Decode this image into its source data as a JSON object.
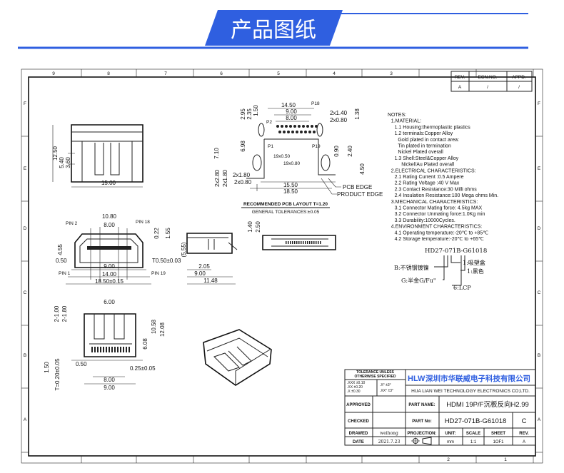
{
  "header": {
    "title": "产品图纸",
    "accent": "#2f5fe0"
  },
  "grid": {
    "columns": [
      "9",
      "8",
      "7",
      "6",
      "5",
      "4",
      "3",
      "2",
      "1"
    ],
    "rows": [
      "F",
      "E",
      "D",
      "C",
      "B",
      "A"
    ]
  },
  "revision_block": {
    "headers": [
      "REV.",
      "ECN.NO.",
      "APPD."
    ],
    "values": [
      "A",
      "/",
      "/"
    ]
  },
  "pcb_layout": {
    "caption": "RECOMMENDED PCB LAYOUT T=1.20",
    "tolerance": "GENERAL TOLERANCES:±0.05",
    "pcb_edge": "PCB EDGE",
    "product_edge": "PRODUCT EDGE",
    "pins": [
      "P2",
      "P18",
      "P1",
      "P19"
    ],
    "dims": [
      "14.50",
      "9.00",
      "8.00",
      "2x1.40",
      "2x0.80",
      "2.95",
      "2.35",
      "1.50",
      "1.38",
      "6.98",
      "7.10",
      "19x0.50",
      "19x0.80",
      "0.90",
      "2.40",
      "4.50",
      "2x1.80",
      "2x0.80",
      "2x2.80",
      "2x1.80",
      "15.50",
      "18.50"
    ]
  },
  "top_view": {
    "dims": [
      "12.50",
      "5.40",
      "3.60",
      "15.00"
    ]
  },
  "front_view": {
    "dims": [
      "10.80",
      "8.00",
      "0.22",
      "1.55",
      "4.55",
      "0.50",
      "T0.50±0.03",
      "9.00",
      "14.00",
      "18.50±0.15"
    ],
    "pins": [
      "PIN 2",
      "PIN 18",
      "PIN 1",
      "PIN 19"
    ]
  },
  "side_view": {
    "dims": [
      "(5.55)",
      "2.05",
      "9.00",
      "11.48",
      "1.40",
      "2.50"
    ]
  },
  "bottom_view": {
    "dims": [
      "6.00",
      "2-1.00",
      "2-1.80",
      "10.58",
      "12.08",
      "6.08",
      "0.50",
      "1.50",
      "T=0.20±0.05",
      "0.25±0.05",
      "8.00",
      "9.00"
    ]
  },
  "notes": [
    "NOTES:",
    "1.MATERIAL:",
    "1.1 Housing:thermoplastic plastics",
    "1.2 terminals:Copper Alloy",
    "Gold plated in contact area:",
    "Tin plated in termination",
    "Nickel Plated overall",
    "1.3 Shell:Steel&Copper Alloy",
    "Nickel/Au Plated overall",
    "2.ELECTRICAL CHARACTERISTICS:",
    "2.1 Rating Current :0.5 Ampere",
    "2.2 Rating Voltage :40 V Max",
    "2.3 Contact Resistance:30 Milli ohms",
    "2.4 Insulation Resistance:100 Mega ohms Min.",
    "3.MECHANICAL CHARACTERISTICS:",
    "3.1 Connector Mating force: 4.5kg MAX",
    "3.2 Connector Unmating force:1.0Kg min",
    "3.3 Durability:10000Cycles.",
    "4.ENVIRONMENT CHARACTERISTICS:",
    "4.1 Operating temperature:-20℃ to +85℃",
    "4.2 Storage temperature:-20℃ to +65℃"
  ],
  "part_code": {
    "code": "HD27-071B-G61018",
    "legend": [
      "B:不锈钢镀镍",
      "G:半金G/Fu\"",
      "6:LCP",
      "1:黑色",
      "1:吸塑盒"
    ]
  },
  "title_block": {
    "tolerance_title": "TOLERANCE UNLESS OTHERWISE SPECIFIED",
    "tolerance_rows": [
      ".XXX ±0.10",
      ".XX ±0.20",
      ".X ±0.30"
    ],
    "angle_rows": [
      ".X° ±3°",
      ".XX° ±3°"
    ],
    "logo": "HLW",
    "company_cn": "深圳市华联威电子科技有限公司",
    "company_en": "HUA LIAN WEI TECHNOLOGY ELECTRONICS CO;LTD.",
    "approved_label": "APPROVED",
    "checked_label": "CHECKED",
    "drawed_label": "DRAWED",
    "drawed_value": "weihong",
    "date_label": "DATE",
    "date_value": "2021.7.23",
    "part_name_label": "PART NAME:",
    "part_name": "HDMI 19P/F沉板反向H2.99",
    "part_no_label": "PART No:",
    "part_no": "HD27-071B-G61018",
    "part_rev": "C",
    "projection_label": "PROJECTION:",
    "unit_label": "UNIT:",
    "unit": "mm",
    "scale_label": "SCALE",
    "scale": "1:1",
    "sheet_label": "SHEET",
    "sheet": "1OF1",
    "rev_label": "REV.",
    "rev": "A"
  }
}
